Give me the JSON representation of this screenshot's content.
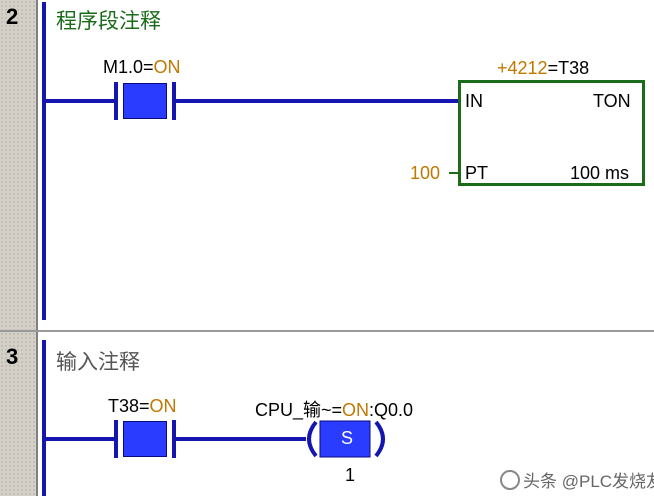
{
  "network2": {
    "number": "2",
    "title": "程序段注释",
    "contact": {
      "label_name": "M1.0=",
      "label_state": "ON"
    },
    "timer": {
      "label_value": "+4212",
      "label_name": "=T38",
      "in_label": "IN",
      "type": "TON",
      "pt_value": "100",
      "pt_label": "PT",
      "resolution": "100 ms"
    }
  },
  "network3": {
    "number": "3",
    "title": "输入注释",
    "contact": {
      "label_name": "T38=",
      "label_state": "ON"
    },
    "coil": {
      "label_prefix": "CPU_输~=",
      "label_state": "ON",
      "label_suffix": ":Q0.0",
      "letter": "S",
      "count": "1"
    }
  },
  "watermark": "头条 @PLC发烧友",
  "colors": {
    "rail": "#1515b0",
    "contact_fill": "#2a3cff",
    "timer_border": "#1a6b1a",
    "title_green": "#1a6b1a",
    "on_state": "#c07800",
    "gutter": "#d4d0c8"
  }
}
